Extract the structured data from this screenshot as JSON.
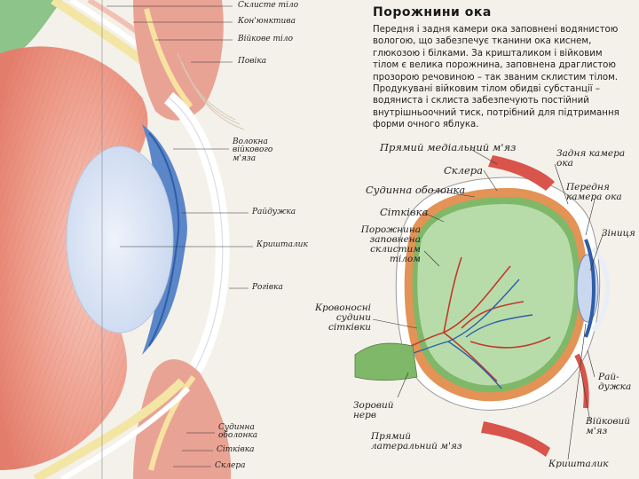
{
  "heading": "Порожнини ока",
  "description": "Передня і задня камери ока заповнені водянистою вологою, що забезпечує тканини ока киснем, глюкозою і білками. За кришталиком і війковим тілом є велика порожнина, заповнена драглистою прозорою речовиною – так званим склистим тілом. Продукувані війковим тілом обидві субстанції – водяниста і склиста забезпечують постійний внутрішньоочний тиск, потрібний для підтримання форми очного яблука.",
  "left_diagram_labels": {
    "vitreous": "Склисте тіло",
    "conjunctiva": "Кон'юнктива",
    "ciliary_body": "Війкове тіло",
    "eyelid": "Повіка",
    "ciliary_muscle_1": "Волокна",
    "ciliary_muscle_2": "війкового",
    "ciliary_muscle_3": "м'яза",
    "iris": "Райдужка",
    "lens": "Кришталик",
    "cornea": "Рогівка",
    "choroid_1": "Судинна",
    "choroid_2": "оболонка",
    "retina": "Сітківка",
    "sclera": "Склера"
  },
  "right_diagram_labels": {
    "medial_rectus": "Прямий медіальний м'яз",
    "sclera": "Склера",
    "choroid": "Судинна оболонка",
    "retina": "Сітківка",
    "vitreous_1": "Порожнина",
    "vitreous_2": "заповнена",
    "vitreous_3": "склистим",
    "vitreous_4": "тілом",
    "vessels_1": "Кровоносні",
    "vessels_2": "судини",
    "vessels_3": "сітківки",
    "optic_nerve_1": "Зоровий",
    "optic_nerve_2": "нерв",
    "lateral_rectus_1": "Прямий",
    "lateral_rectus_2": "латеральний м'яз",
    "posterior_chamber_1": "Задня камера",
    "posterior_chamber_2": "ока",
    "anterior_chamber_1": "Передня",
    "anterior_chamber_2": "камера ока",
    "pupil": "Зіниця",
    "iris_1": "Рай-",
    "iris_2": "дужка",
    "ciliary_body_1": "Війковий",
    "ciliary_body_2": "м'яз",
    "lens": "Кришталик"
  }
}
